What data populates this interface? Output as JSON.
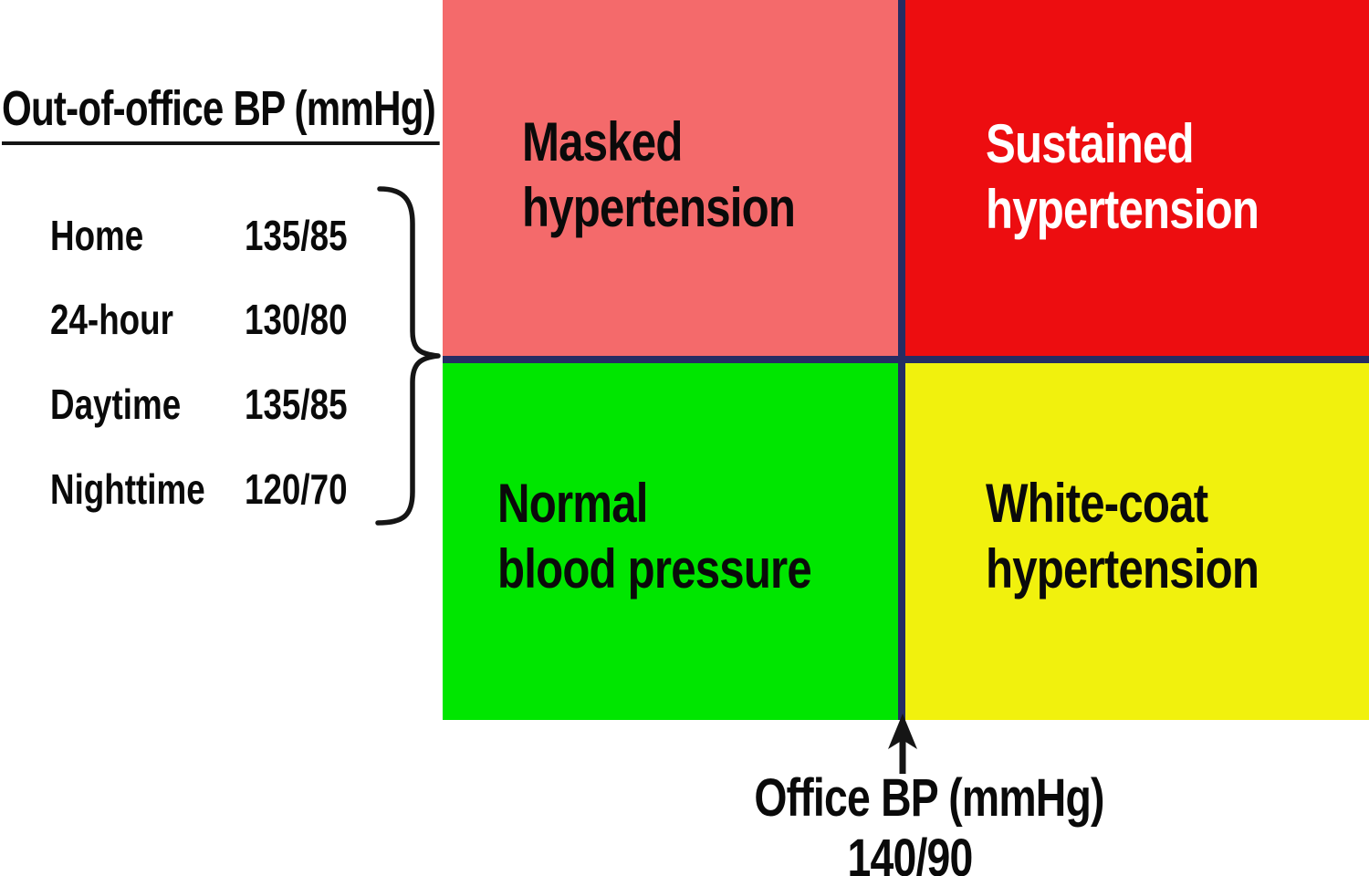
{
  "diagram": {
    "left_panel": {
      "title": "Out-of-office BP (mmHg)",
      "rows": [
        {
          "label": "Home",
          "value": "135/85"
        },
        {
          "label": "24-hour",
          "value": "130/80"
        },
        {
          "label": "Daytime",
          "value": "135/85"
        },
        {
          "label": "Nighttime",
          "value": "120/70"
        }
      ]
    },
    "quadrants": {
      "masked": {
        "line1": "Masked",
        "line2": "hypertension",
        "bg": "#F46A6B",
        "fg": "#0A0A0A"
      },
      "sustained": {
        "line1": "Sustained",
        "line2": "hypertension",
        "bg": "#ED0D10",
        "fg": "#FFFFFF"
      },
      "normal": {
        "line1": "Normal",
        "line2": "blood pressure",
        "bg": "#00E600",
        "fg": "#0A0A0A"
      },
      "white_coat": {
        "line1": "White-coat",
        "line2": "hypertension",
        "bg": "#F1F10D",
        "fg": "#0A0A0A"
      }
    },
    "x_axis": {
      "label": "Office BP (mmHg)",
      "threshold": "140/90"
    },
    "colors": {
      "divider": "#262C63",
      "ink": "#141414",
      "background": "#FFFFFF"
    }
  }
}
